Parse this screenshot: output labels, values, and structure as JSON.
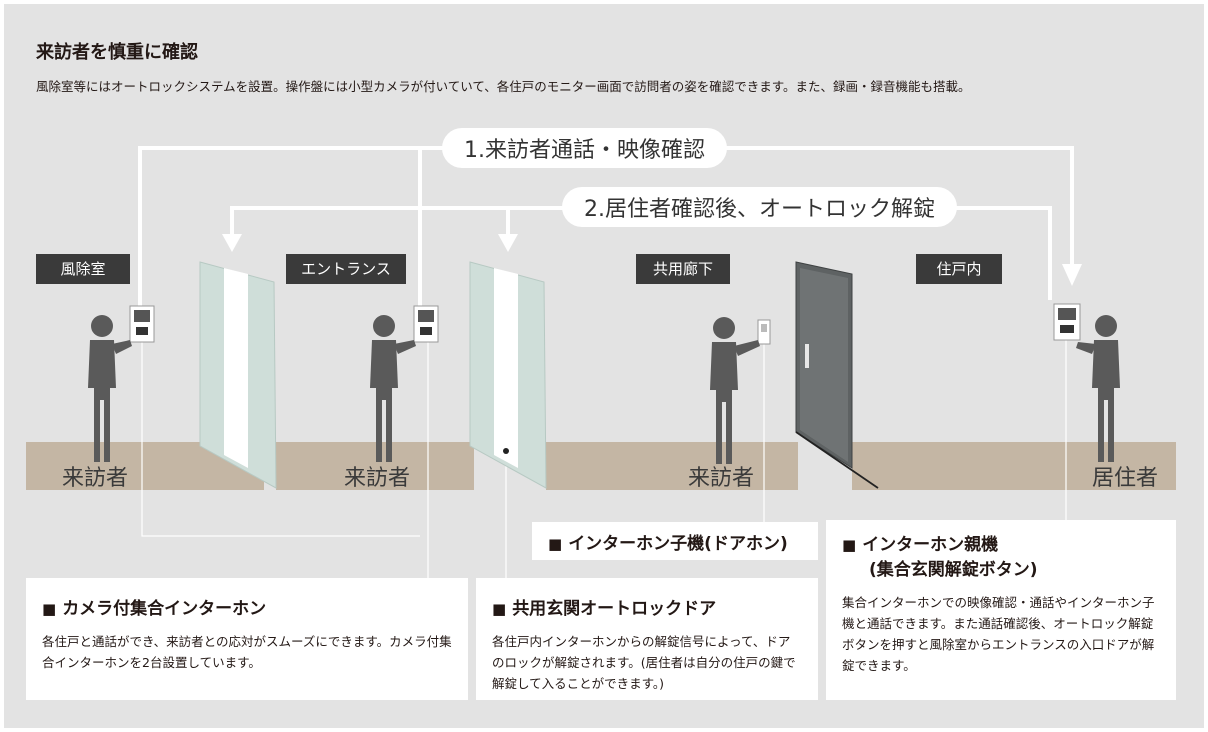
{
  "header": {
    "title": "来訪者を慎重に確認",
    "subtitle": "風除室等にはオートロックシステムを設置。操作盤には小型カメラが付いていて、各住戸のモニター画面で訪問者の姿を確認できます。また、録画・録音機能も搭載。"
  },
  "steps": {
    "step1": "1.来訪者通話・映像確認",
    "step2": "2.居住者確認後、オートロック解錠"
  },
  "rooms": {
    "windbreak": "風除室",
    "entrance": "エントランス",
    "corridor": "共用廊下",
    "dwelling": "住戸内"
  },
  "people": {
    "visitor1": "来訪者",
    "visitor2": "来訪者",
    "visitor3": "来訪者",
    "resident": "居住者"
  },
  "boxes": {
    "child": {
      "marker": "■",
      "title": "インターホン子機(ドアホン)"
    },
    "parent": {
      "marker": "■",
      "title_line1": "インターホン親機",
      "title_line2": "(集合玄関解錠ボタン)",
      "body": "集合インターホンでの映像確認・通話やインターホン子機と通話できます。また通話確認後、オートロック解錠ボタンを押すと風除室からエントランスの入口ドアが解錠できます。"
    },
    "camera": {
      "marker": "■",
      "title": "カメラ付集合インターホン",
      "body": "各住戸と通話ができ、来訪者との応対がスムーズにできます。カメラ付集合インターホンを2台設置しています。"
    },
    "door": {
      "marker": "■",
      "title": "共用玄関オートロックドア",
      "body": "各住戸内インターホンからの解錠信号によって、ドアのロックが解錠されます。(居住者は自分の住戸の鍵で解錠して入ることができます。)"
    }
  },
  "colors": {
    "background": "#e3e3e3",
    "floor": "#c4b6a4",
    "figure": "#5a5a5a",
    "label_bg": "#3a3a3a",
    "glass_door": "#cfded9",
    "apartment_door": "#5e6263"
  }
}
